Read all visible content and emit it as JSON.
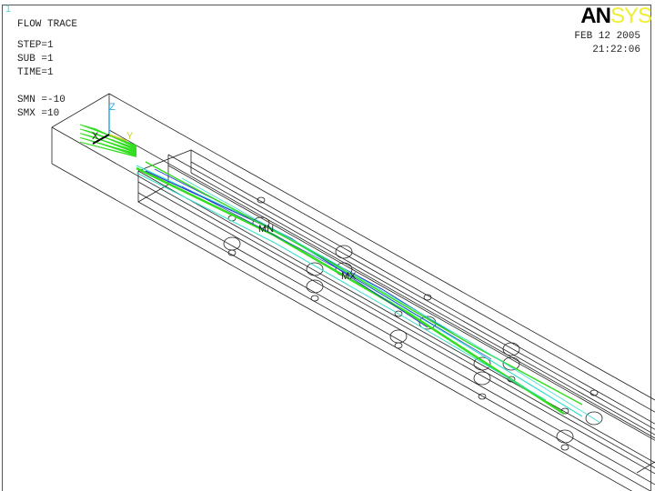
{
  "window_number": "1",
  "title": "FLOW TRACE",
  "step": "STEP=1",
  "sub": "SUB =1",
  "time": "TIME=1",
  "smn": "SMN =-10",
  "smx": "SMX =10",
  "logo": {
    "part1": "AN",
    "part2": "SYS"
  },
  "date": "FEB 12 2005",
  "clock": "21:22:06",
  "axes": {
    "x": "X",
    "y": "Y",
    "z": "Z"
  },
  "markers": {
    "min": "MN",
    "max": "MX"
  },
  "colors": {
    "streamline_green": "#33dd22",
    "streamline_cyan": "#33ddcc",
    "streamline_blue": "#2233cc",
    "axis_y": "#cccc33",
    "axis_z": "#33aadd"
  }
}
